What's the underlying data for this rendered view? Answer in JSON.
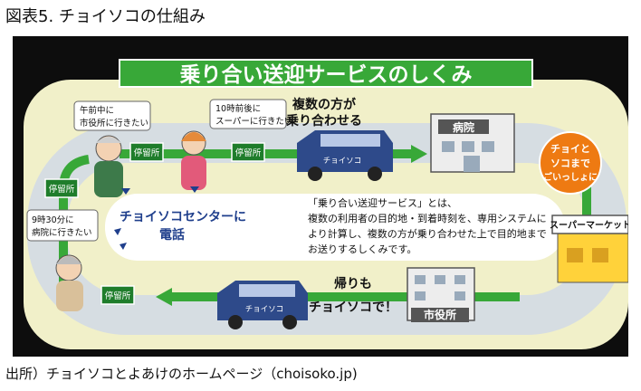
{
  "figure_title": "図表5. チョイソコの仕組み",
  "banner": "乗り合い送迎サービスのしくみ",
  "bubbles": {
    "morning": [
      "午前中に",
      "市役所に行きたい"
    ],
    "ten": [
      "10時前後に",
      "スーパーに行きたい"
    ],
    "nine": [
      "9時30分に",
      "病院に行きたい"
    ]
  },
  "stop_label": "停留所",
  "van_label": "チョイソコ",
  "multi_rider": [
    "複数の方が",
    "乗り合わせる"
  ],
  "hospital": "病院",
  "supermarket": "スーパーマーケット",
  "city_hall": "市役所",
  "orange_badge": [
    "チョイと",
    "ソコまで",
    "ごいっしょに"
  ],
  "center_call": [
    "チョイソコセンターに",
    "電話"
  ],
  "description": [
    "「乗り合い送迎サービス」とは、",
    "複数の利用者の目的地・到着時刻を、専用システムに",
    "より計算し、複数の方が乗り合わせた上で目的地まで",
    "お送りするしくみです。"
  ],
  "return_text": [
    "帰りも",
    "チョイソコで！"
  ],
  "source": "出所）チョイソコとよあけのホームページ（choisoko.jp)",
  "colors": {
    "green": "#38a838",
    "dark_green": "#1f7d2b",
    "track": "#d6dde2",
    "cream": "#f1f0c9",
    "orange": "#ee7a12",
    "van": "#2e4a8a",
    "blue_text": "#1f3f8c"
  }
}
